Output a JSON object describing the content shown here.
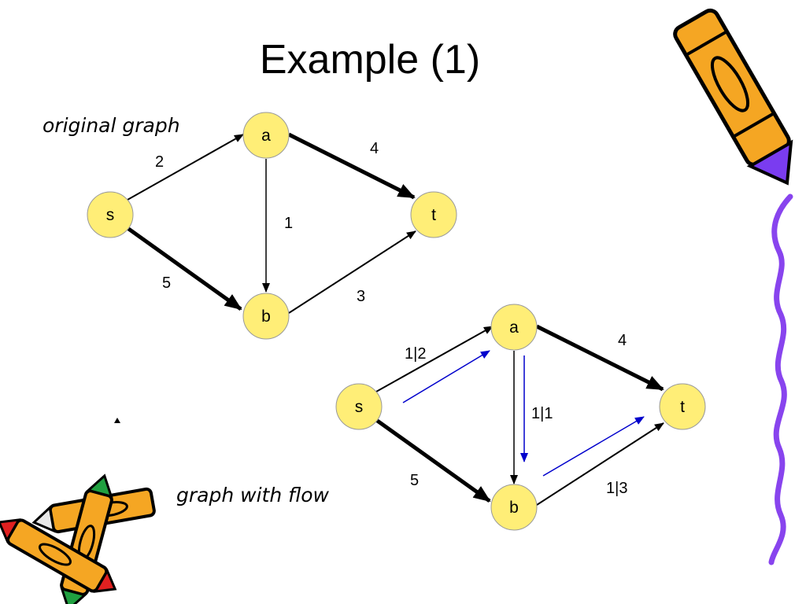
{
  "title": "Example (1)",
  "captions": {
    "original": "original graph",
    "flow": "graph with flow"
  },
  "colors": {
    "node_fill": "#ffee77",
    "edge": "#000000",
    "flow_arrow": "#0000cc",
    "squiggle": "#8844ee",
    "crayon_body": "#f5a623",
    "crayon_tip_purple": "#7a3cf0",
    "crayon_tip_red": "#e02020",
    "crayon_tip_green": "#20a040"
  },
  "original_graph": {
    "nodes": {
      "s": "s",
      "a": "a",
      "b": "b",
      "t": "t"
    },
    "edges": [
      {
        "id": "s-a",
        "from": "s",
        "to": "a",
        "label": "2",
        "bold": false
      },
      {
        "id": "a-t",
        "from": "a",
        "to": "t",
        "label": "4",
        "bold": true
      },
      {
        "id": "a-b",
        "from": "a",
        "to": "b",
        "label": "1",
        "bold": false
      },
      {
        "id": "s-b",
        "from": "s",
        "to": "b",
        "label": "5",
        "bold": true
      },
      {
        "id": "b-t",
        "from": "b",
        "to": "t",
        "label": "3",
        "bold": false
      }
    ]
  },
  "flow_graph": {
    "nodes": {
      "s": "s",
      "a": "a",
      "b": "b",
      "t": "t"
    },
    "edges": [
      {
        "id": "s-a",
        "from": "s",
        "to": "a",
        "label": "1|2",
        "bold": false,
        "flow": true
      },
      {
        "id": "a-t",
        "from": "a",
        "to": "t",
        "label": "4",
        "bold": true,
        "flow": false
      },
      {
        "id": "a-b",
        "from": "a",
        "to": "b",
        "label": "1|1",
        "bold": false,
        "flow": true
      },
      {
        "id": "s-b",
        "from": "s",
        "to": "b",
        "label": "5",
        "bold": true,
        "flow": false
      },
      {
        "id": "b-t",
        "from": "b",
        "to": "t",
        "label": "1|3",
        "bold": false,
        "flow": true
      }
    ]
  }
}
